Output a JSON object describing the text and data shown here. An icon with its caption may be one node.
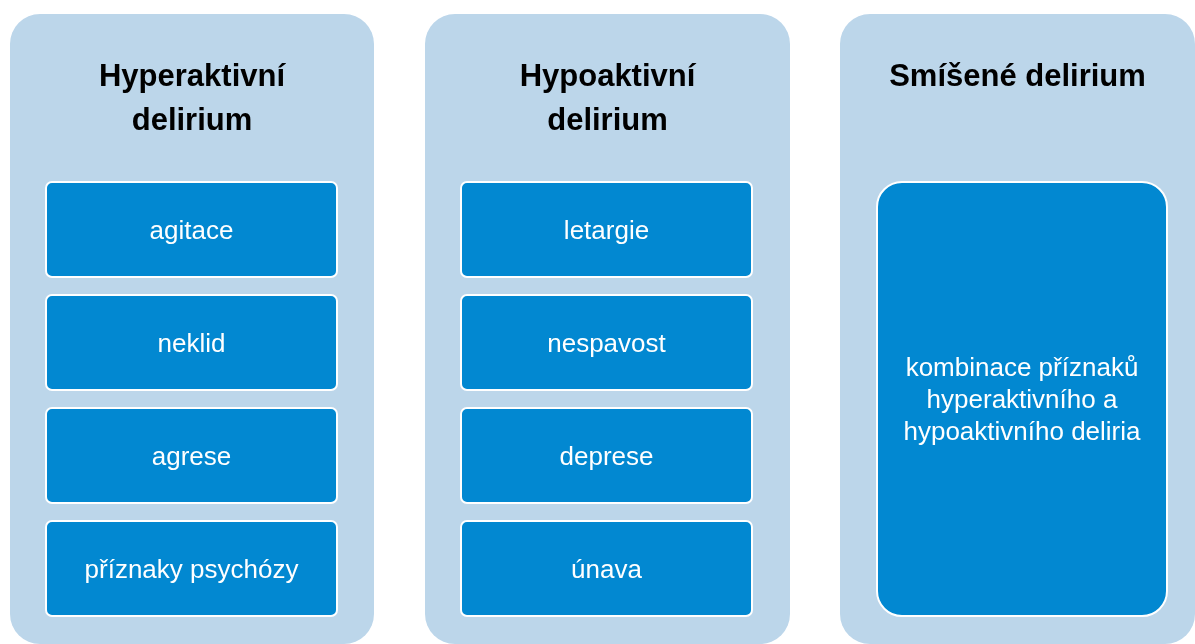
{
  "diagram": {
    "nodes": [
      {
        "text": [
          "Hyperaktivní delirium"
        ]
      },
      {
        "text": [
          "agitace"
        ],
        "in": 0
      },
      {
        "text": [
          "neklid"
        ],
        "in": 0
      },
      {
        "text": [
          "agrese"
        ],
        "in": 0
      },
      {
        "text": [
          "příznaky psychózy"
        ],
        "in": 0
      },
      {
        "text": [
          "Hypoaktivní delirium"
        ]
      },
      {
        "text": [
          "letargie"
        ],
        "in": 5
      },
      {
        "text": [
          "nespavost"
        ],
        "in": 5
      },
      {
        "text": [
          "deprese"
        ],
        "in": 5
      },
      {
        "text": [
          "únava"
        ],
        "in": 5
      },
      {
        "text": [
          "Smíšené delirium"
        ]
      },
      {
        "text": [
          "kombinace příznaků hyperaktivního a hypoaktivního deliria"
        ],
        "in": 10
      }
    ]
  }
}
